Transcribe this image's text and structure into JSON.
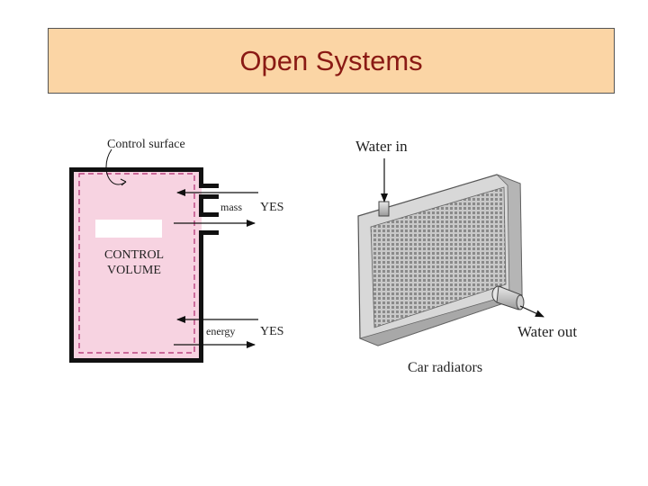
{
  "slide": {
    "title": "Open Systems"
  },
  "control_volume_figure": {
    "surface_label": "Control surface",
    "volume_label_line1": "CONTROL",
    "volume_label_line2": "VOLUME",
    "mass_label": "mass",
    "mass_value": "YES",
    "energy_label": "energy",
    "energy_value": "YES",
    "fill_color": "#f7d3e1",
    "boundary_color": "#b0286e"
  },
  "radiator_figure": {
    "water_in_label": "Water in",
    "water_out_label": "Water out",
    "caption": "Car radiators"
  }
}
